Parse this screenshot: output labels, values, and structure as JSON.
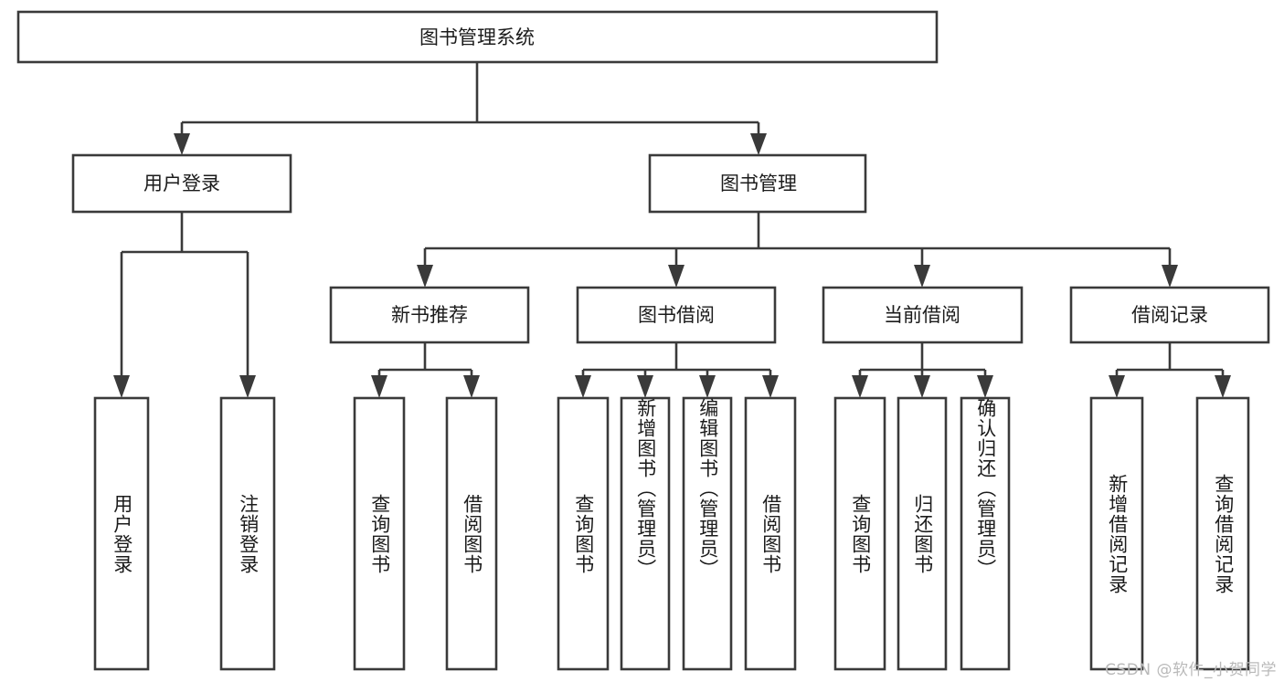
{
  "diagram": {
    "title": "图书管理系统",
    "type": "tree-hierarchy",
    "watermark": "CSDN @软件_小贺同学",
    "colors": {
      "stroke": "#3a3a3a",
      "fill": "#ffffff",
      "text": "#1b1b1b",
      "watermark": "#b9b9b9"
    },
    "root": {
      "id": "root",
      "label": "图书管理系统"
    },
    "level2": [
      {
        "id": "user-login",
        "label": "用户登录"
      },
      {
        "id": "book-manage",
        "label": "图书管理"
      }
    ],
    "level3": [
      {
        "id": "new-book-recommend",
        "label": "新书推荐"
      },
      {
        "id": "book-borrow",
        "label": "图书借阅"
      },
      {
        "id": "current-borrow",
        "label": "当前借阅"
      },
      {
        "id": "borrow-record",
        "label": "借阅记录"
      }
    ],
    "leaves": [
      {
        "id": "leaf-user-login",
        "label": "用户登录",
        "parent": "user-login"
      },
      {
        "id": "leaf-user-logout",
        "label": "注销登录",
        "parent": "user-login"
      },
      {
        "id": "leaf-query-book-1",
        "label": "查询图书",
        "parent": "new-book-recommend"
      },
      {
        "id": "leaf-borrow-book-1",
        "label": "借阅图书",
        "parent": "new-book-recommend"
      },
      {
        "id": "leaf-query-book-2",
        "label": "查询图书",
        "parent": "book-borrow"
      },
      {
        "id": "leaf-add-book",
        "label": "新增图书（管理员）",
        "parent": "book-borrow"
      },
      {
        "id": "leaf-edit-book",
        "label": "编辑图书（管理员）",
        "parent": "book-borrow"
      },
      {
        "id": "leaf-borrow-book-2",
        "label": "借阅图书",
        "parent": "book-borrow"
      },
      {
        "id": "leaf-query-book-3",
        "label": "查询图书",
        "parent": "current-borrow"
      },
      {
        "id": "leaf-return-book",
        "label": "归还图书",
        "parent": "current-borrow"
      },
      {
        "id": "leaf-confirm-return",
        "label": "确认归还（管理员）",
        "parent": "current-borrow"
      },
      {
        "id": "leaf-add-record",
        "label": "新增借阅记录",
        "parent": "borrow-record"
      },
      {
        "id": "leaf-query-record",
        "label": "查询借阅记录",
        "parent": "borrow-record"
      }
    ]
  }
}
